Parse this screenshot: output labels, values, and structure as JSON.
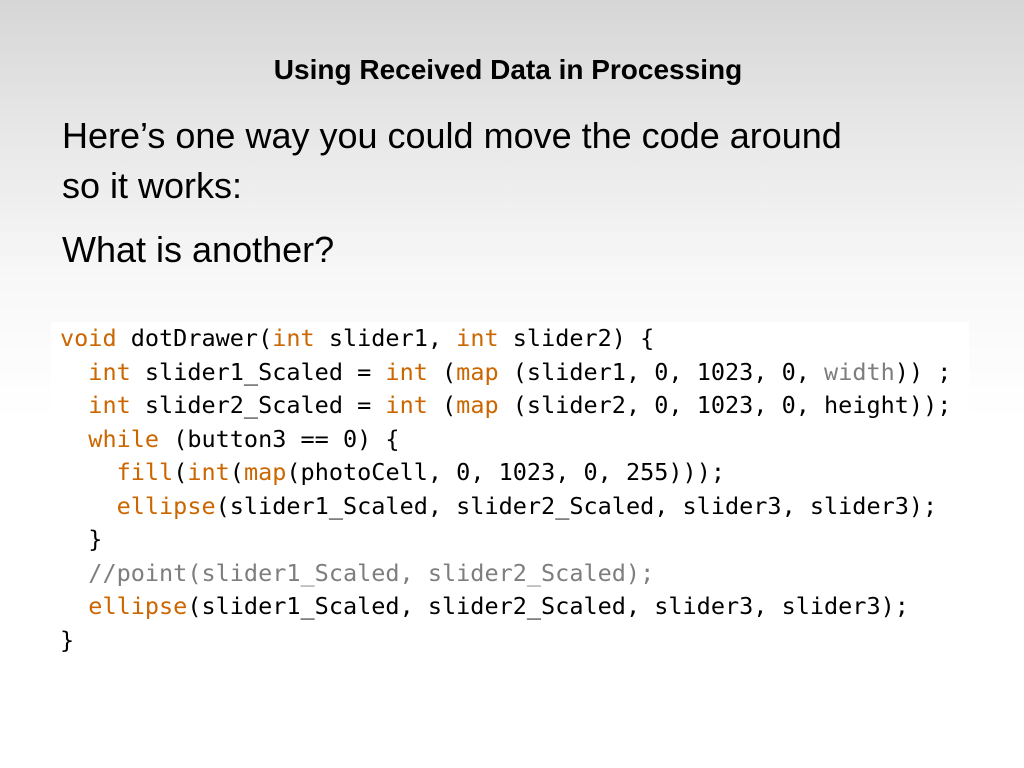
{
  "slide": {
    "title": "Using Received Data in Processing",
    "paragraphs": [
      "Here’s one way you could move the code around so it works:",
      "What is another?"
    ]
  },
  "code": {
    "language": "Processing",
    "colors": {
      "keyword": "#cc6600",
      "comment": "#7e7e7e",
      "text": "#000000"
    },
    "lines": [
      "void dotDrawer(int slider1, int slider2) {",
      "  int slider1_Scaled = int (map (slider1, 0, 1023, 0, width)) ;",
      "  int slider2_Scaled = int (map (slider2, 0, 1023, 0, height));",
      "  while (button3 == 0) {",
      "    fill(int(map(photoCell, 0, 1023, 0, 255)));",
      "    ellipse(slider1_Scaled, slider2_Scaled, slider3, slider3);",
      "  }",
      "  //point(slider1_Scaled, slider2_Scaled);",
      "  ellipse(slider1_Scaled, slider2_Scaled, slider3, slider3);",
      "}"
    ],
    "tokens": [
      [
        [
          "kw",
          "void"
        ],
        [
          "t",
          " dotDrawer("
        ],
        [
          "kw",
          "int"
        ],
        [
          "t",
          " slider1, "
        ],
        [
          "kw",
          "int"
        ],
        [
          "t",
          " slider2) {"
        ]
      ],
      [
        [
          "t",
          "  "
        ],
        [
          "kw",
          "int"
        ],
        [
          "t",
          " slider1_Scaled = "
        ],
        [
          "kw",
          "int"
        ],
        [
          "t",
          " ("
        ],
        [
          "kw",
          "map"
        ],
        [
          "t",
          " (slider1, 0, 1023, 0, "
        ],
        [
          "param",
          "width"
        ],
        [
          "t",
          ")) ;"
        ]
      ],
      [
        [
          "t",
          "  "
        ],
        [
          "kw",
          "int"
        ],
        [
          "t",
          " slider2_Scaled = "
        ],
        [
          "kw",
          "int"
        ],
        [
          "t",
          " ("
        ],
        [
          "kw",
          "map"
        ],
        [
          "t",
          " (slider2, 0, 1023, 0, height));"
        ]
      ],
      [
        [
          "t",
          "  "
        ],
        [
          "kw",
          "while"
        ],
        [
          "t",
          " (button3 == 0) {"
        ]
      ],
      [
        [
          "t",
          "    "
        ],
        [
          "kw",
          "fill"
        ],
        [
          "t",
          "("
        ],
        [
          "kw",
          "int"
        ],
        [
          "t",
          "("
        ],
        [
          "kw",
          "map"
        ],
        [
          "t",
          "(photoCell, 0, 1023, 0, 255)));"
        ]
      ],
      [
        [
          "t",
          "    "
        ],
        [
          "kw",
          "ellipse"
        ],
        [
          "t",
          "(slider1_Scaled, slider2_Scaled, slider3, slider3);"
        ]
      ],
      [
        [
          "t",
          "  }"
        ]
      ],
      [
        [
          "t",
          "  "
        ],
        [
          "comment",
          "//point(slider1_Scaled, slider2_Scaled);"
        ]
      ],
      [
        [
          "t",
          "  "
        ],
        [
          "kw",
          "ellipse"
        ],
        [
          "t",
          "(slider1_Scaled, slider2_Scaled, slider3, slider3);"
        ]
      ],
      [
        [
          "t",
          "}"
        ]
      ]
    ]
  }
}
